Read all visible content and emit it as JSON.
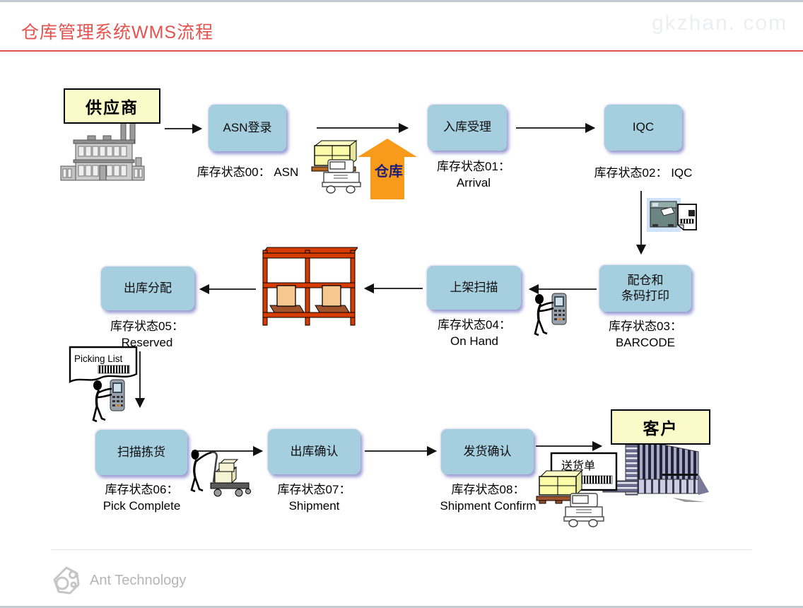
{
  "header": {
    "title": "仓库管理系统WMS流程",
    "watermark": "gkzhan. com"
  },
  "footer": {
    "brand": "Ant Technology"
  },
  "nodes": {
    "supplier": "供应商",
    "customer": "客户",
    "warehouse": "仓库",
    "picking_list": "Picking List",
    "delivery_note": "送货单"
  },
  "steps": [
    {
      "label": "ASN登录",
      "label2": "",
      "status1": "库存状态00： ASN",
      "status2": ""
    },
    {
      "label": "入库受理",
      "label2": "",
      "status1": "库存状态01：",
      "status2": "Arrival"
    },
    {
      "label": "IQC",
      "label2": "",
      "status1": "库存状态02： IQC",
      "status2": ""
    },
    {
      "label": "配仓和",
      "label2": "条码打印",
      "status1": "库存状态03：",
      "status2": "BARCODE"
    },
    {
      "label": "上架扫描",
      "label2": "",
      "status1": "库存状态04：",
      "status2": "On Hand"
    },
    {
      "label": "出库分配",
      "label2": "",
      "status1": "库存状态05：",
      "status2": "Reserved"
    },
    {
      "label": "扫描拣货",
      "label2": "",
      "status1": "库存状态06：",
      "status2": "Pick Complete"
    },
    {
      "label": "出库确认",
      "label2": "",
      "status1": "库存状态07：",
      "status2": "Shipment"
    },
    {
      "label": "发货确认",
      "label2": "",
      "status1": "库存状态08：",
      "status2": "Shipment Confirm"
    }
  ],
  "colors": {
    "accent_red": "#e4534f",
    "process_box_fill": "#a5cfdf",
    "endpoint_box_fill": "#fbfbca",
    "warehouse_orange": "#f89b1d",
    "warehouse_text": "#1e1e78",
    "rack_frame": "#d63c00",
    "watermark_gray": "#eceef1"
  }
}
